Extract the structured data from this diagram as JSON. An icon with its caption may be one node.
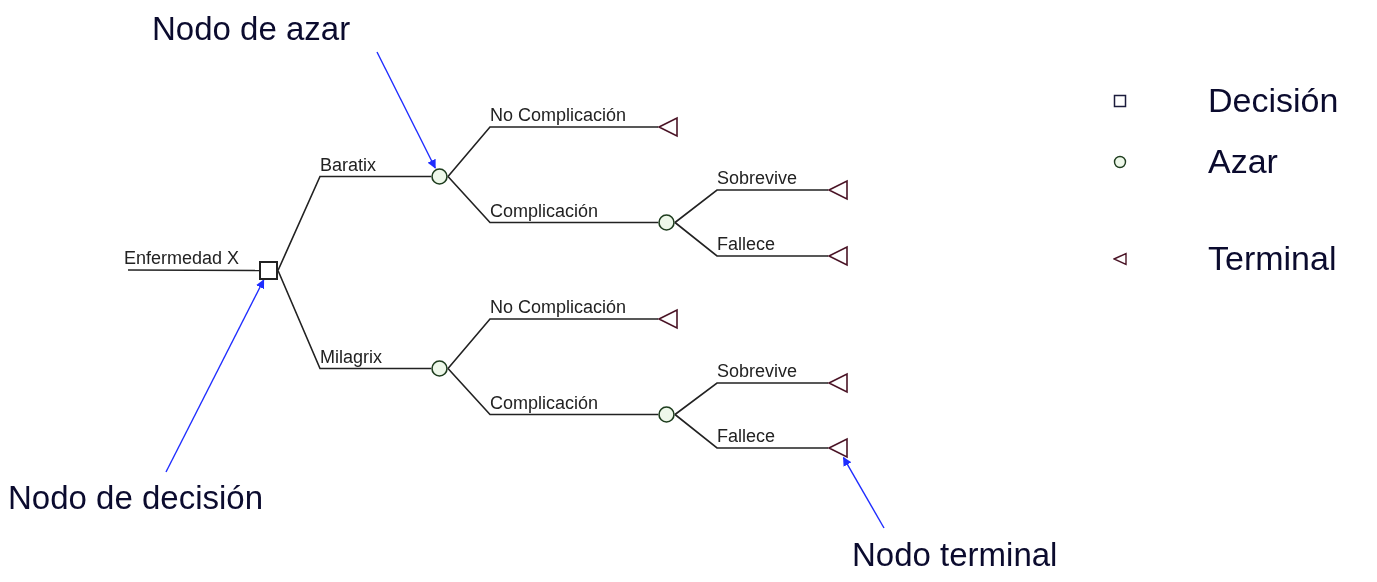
{
  "diagram": {
    "nodes": [
      {
        "text": [],
        "shape": "box"
      },
      {
        "text": [],
        "shape": "circle"
      },
      {
        "text": [],
        "shape": "triangle"
      },
      {
        "text": [],
        "shape": "circle"
      },
      {
        "text": [],
        "shape": "triangle"
      },
      {
        "text": [],
        "shape": "triangle"
      },
      {
        "text": [],
        "shape": "circle"
      },
      {
        "text": [],
        "shape": "triangle"
      },
      {
        "text": [],
        "shape": "circle"
      },
      {
        "text": [],
        "shape": "triangle"
      },
      {
        "text": [],
        "shape": "triangle"
      },
      {
        "text": [
          "Nodo de azar"
        ]
      },
      {
        "text": [
          "Nodo de decisión"
        ]
      },
      {
        "text": [
          "Nodo terminal"
        ]
      }
    ],
    "edges": [
      {
        "from": null,
        "to": 0,
        "arrow": "none",
        "label": "Enfermedad X"
      },
      {
        "from": 0,
        "to": 1,
        "arrow": "none",
        "label": "Baratix"
      },
      {
        "from": 1,
        "to": 2,
        "arrow": "none",
        "label": "No Complicación"
      },
      {
        "from": 1,
        "to": 3,
        "arrow": "none",
        "label": "Complicación"
      },
      {
        "from": 3,
        "to": 4,
        "arrow": "none",
        "label": "Sobrevive"
      },
      {
        "from": 3,
        "to": 5,
        "arrow": "none",
        "label": "Fallece"
      },
      {
        "from": 0,
        "to": 6,
        "arrow": "none",
        "label": "Milagrix"
      },
      {
        "from": 6,
        "to": 7,
        "arrow": "none",
        "label": "No Complicación"
      },
      {
        "from": 6,
        "to": 8,
        "arrow": "none",
        "label": "Complicación"
      },
      {
        "from": 8,
        "to": 9,
        "arrow": "none",
        "label": "Sobrevive"
      },
      {
        "from": 8,
        "to": 10,
        "arrow": "none",
        "label": "Fallece"
      },
      {
        "from": 11,
        "to": 1,
        "arrow": "to",
        "color": "#1f2dff"
      },
      {
        "from": 12,
        "to": 0,
        "arrow": "to",
        "color": "#1f2dff"
      },
      {
        "from": 13,
        "to": 10,
        "arrow": "to",
        "color": "#1f2dff"
      }
    ],
    "legend": [
      {
        "text": "Decisión"
      },
      {
        "text": "Azar"
      },
      {
        "text": "Terminal"
      }
    ]
  }
}
